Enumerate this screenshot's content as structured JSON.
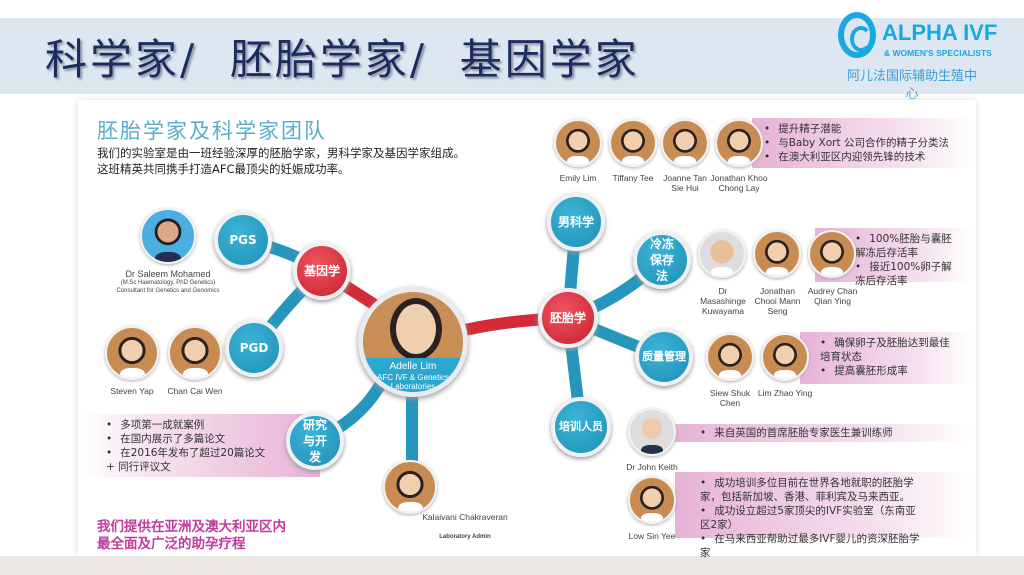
{
  "header": {
    "title": "科学家/  胚胎学家/  基因学家"
  },
  "logo": {
    "name": "ALPHA IVF",
    "sub": "& WOMEN'S SPECIALISTS",
    "cn": "阿儿法国际辅助生殖中心"
  },
  "intro": {
    "title": "胚胎学家及科学家团队",
    "line1": "我们的实验室是由一班经验深厚的胚胎学家，男科学家及基因学家组成。",
    "line2": "这班精英共同携手打造AFC最顶尖的妊娠成功率。"
  },
  "nodes": {
    "pgs": "PGS",
    "pgd": "PGD",
    "genetics": "基因学",
    "embryology": "胚胎学",
    "andrology": "男科学",
    "cryo": "冷冻保存法",
    "qm": "质量管理",
    "training": "培训人员",
    "rnd": "研究与开发"
  },
  "center": {
    "name": "Adelle Lim",
    "role1": "AFC IVF & Genetics",
    "role2": "Laboratories"
  },
  "people": {
    "saleem": {
      "name": "Dr Saleem Mohamed",
      "l2": "(M.Sc Haematology, PhD Genetics)",
      "l3": "Consultant for Genetics and Genomics"
    },
    "steven": "Steven Yap",
    "chan": "Chan Cai Wen",
    "emily": "Emily Lim",
    "tiffany": "Tiffany Tee",
    "joanne": "Joanne Tan Sie Hui",
    "khoo": "Jonathan Khoo Chong Lay",
    "masashinge": "Dr Masashinge Kuwayama",
    "chooi": "Jonathan Chooi Mann Seng",
    "audrey": "Audrey Chan Qian Ying",
    "siew": "Siew Shuk Chen",
    "limzy": "Lim Zhao Ying",
    "john": "Dr John Keith",
    "low": "Low Sin Yee",
    "kalaivani": {
      "name": "Kalaivani Chakraveran",
      "role": "Laboratory Admin"
    }
  },
  "bands": {
    "andrology": [
      "提升精子潜能",
      "与Baby Xort 公司合作的精子分类法",
      "在澳大利亚区内迎领先锋的技术"
    ],
    "cryo": [
      "100%胚胎与囊胚解冻后存活率",
      "接近100%卵子解冻后存活率"
    ],
    "qm": [
      "确保卵子及胚胎达到最佳培育状态",
      "提高囊胚形成率"
    ],
    "john": [
      "来自英国的首席胚胎专家医生兼训练师"
    ],
    "low": [
      "成功培训多位目前在世界各地就职的胚胎学家，包括新加坡、香港、菲利宾及马来西亚。",
      "成功设立超过5家顶尖的IVF实验室（东南亚区2家）",
      "在马来西亚帮助过最多IVF婴儿的资深胚胎学家"
    ],
    "rnd": [
      "多项第一成就案例",
      "在国内展示了多篇论文",
      "在2016年发布了超过20篇论文 + 同行评议文"
    ]
  },
  "tagline": {
    "l1": "我们提供在亚洲及澳大利亚区内",
    "l2": "最全面及广泛的助孕疗程"
  }
}
